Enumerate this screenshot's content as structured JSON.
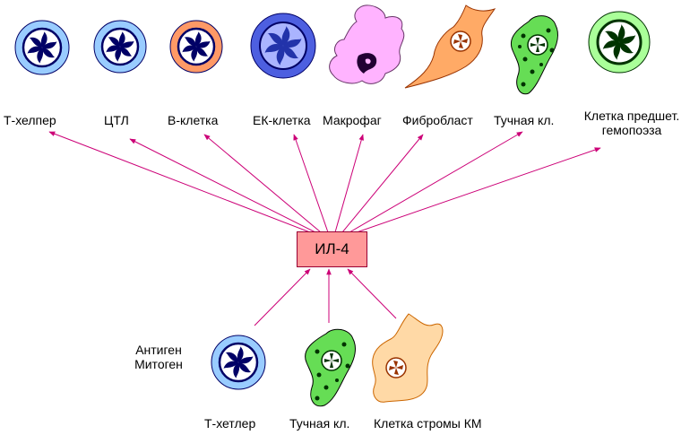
{
  "hub": {
    "label": "ИЛ-4"
  },
  "targets": [
    {
      "id": "th",
      "label": "Т-хелпер",
      "cell": "lymphocyte-icon"
    },
    {
      "id": "ctl",
      "label": "ЦТЛ",
      "cell": "lymphocyte-icon"
    },
    {
      "id": "b",
      "label": "В-клетка",
      "cell": "lymphocyte-icon"
    },
    {
      "id": "nk",
      "label": "ЕК-клетка",
      "cell": "lymphocyte-icon"
    },
    {
      "id": "mac",
      "label": "Макрофаг",
      "cell": "macrophage-icon"
    },
    {
      "id": "fib",
      "label": "Фибробласт",
      "cell": "fibroblast-icon"
    },
    {
      "id": "mast",
      "label": "Тучная кл.",
      "cell": "mast-cell-icon"
    },
    {
      "id": "prog",
      "label_line1": "Клетка предшет.",
      "label_line2": "гемопоэза",
      "cell": "progenitor-cell-icon"
    }
  ],
  "sources": [
    {
      "id": "th-src",
      "label": "Т-хетлер",
      "cell": "lymphocyte-icon"
    },
    {
      "id": "mast-src",
      "label": "Тучная кл.",
      "cell": "mast-cell-icon"
    },
    {
      "id": "stroma",
      "label": "Клетка стромы КМ",
      "cell": "stromal-cell-icon"
    }
  ],
  "stimuli": {
    "line1": "Антиген",
    "line2": "Митоген"
  },
  "colors": {
    "arrow": "#cc0077",
    "hub_fill": "#ff9999",
    "lymph_light": "#99ccff",
    "lymph_dark": "#000066",
    "b_cell": "#ff9966",
    "nk_cell": "#4d5fe0",
    "macrophage": "#ffb3ff",
    "fibroblast": "#ff9966",
    "mast": "#66dd55",
    "progenitor": "#aaff99",
    "stroma": "#ffd9a6"
  }
}
